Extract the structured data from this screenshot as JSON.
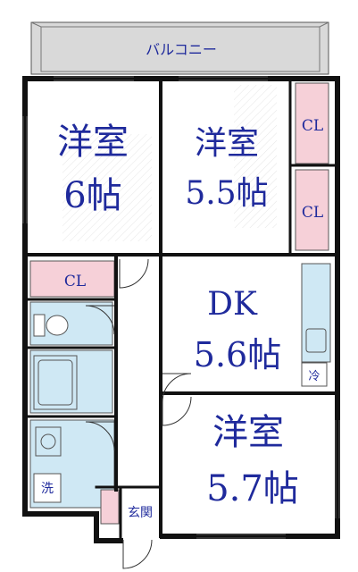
{
  "colors": {
    "label": "#1f2a9c",
    "wall": "#111111",
    "closet": "#f6d0d8",
    "wet_area": "#cfe8f4",
    "balcony": "#d9d9d9"
  },
  "balcony": {
    "label": "バルコニー"
  },
  "rooms": {
    "western_6": {
      "name": "洋室",
      "size": "6帖"
    },
    "western_55": {
      "name": "洋室",
      "size": "5.5帖"
    },
    "dk": {
      "name": "DK",
      "size": "5.6帖"
    },
    "western_57": {
      "name": "洋室",
      "size": "5.7帖"
    }
  },
  "closets": {
    "cl1": "CL",
    "cl2": "CL",
    "cl3": "CL"
  },
  "fixtures": {
    "fridge": "冷",
    "washer": "洗"
  },
  "entrance": {
    "label": "玄関"
  }
}
